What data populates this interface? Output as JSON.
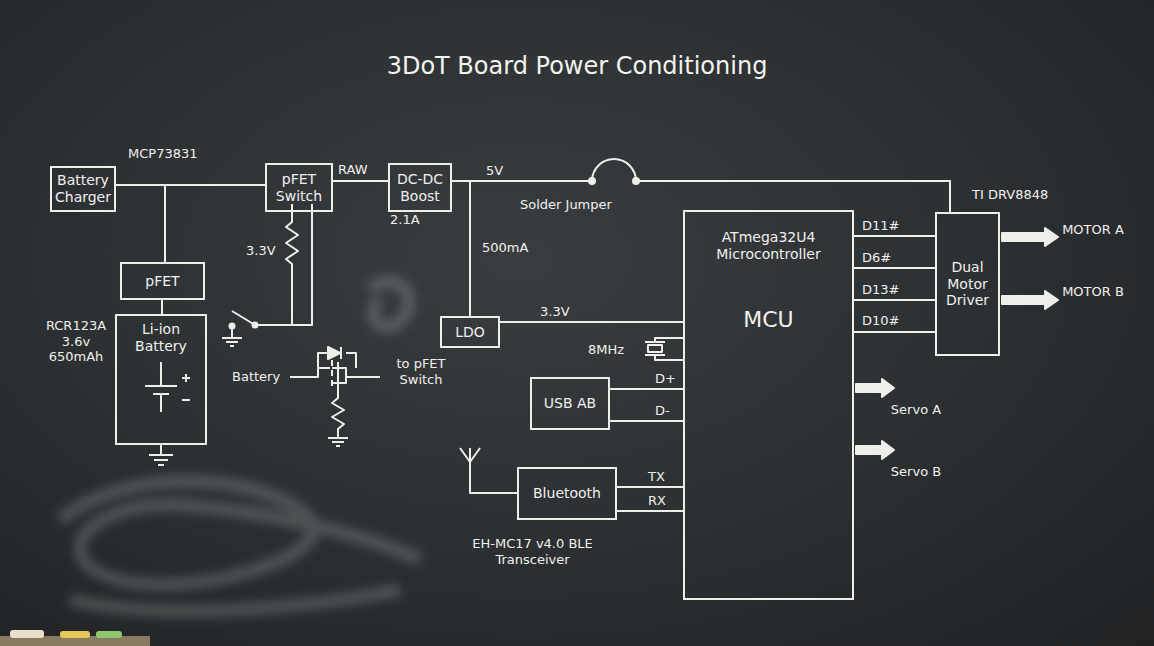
{
  "diagram": {
    "title": "3DoT Board Power Conditioning",
    "nodes": [
      {
        "text": [
          "Battery Charger"
        ]
      },
      {
        "text": [
          "pFET Switch"
        ]
      },
      {
        "text": [
          "DC-DC Boost"
        ]
      },
      {
        "text": [
          "pFET"
        ]
      },
      {
        "text": [
          "Li-ion Battery"
        ]
      },
      {
        "text": [
          "LDO"
        ]
      },
      {
        "text": [
          "ATmega32U4 Microcontroller",
          "MCU"
        ]
      },
      {
        "text": [
          "Dual Motor Driver"
        ]
      },
      {
        "text": [
          "USB AB"
        ]
      },
      {
        "text": [
          "Bluetooth"
        ]
      }
    ],
    "edges": [
      {
        "from": 0,
        "to": 1,
        "arrow": "none"
      },
      {
        "from": 0,
        "to": 3,
        "arrow": "none"
      },
      {
        "from": 3,
        "to": 4,
        "arrow": "none"
      },
      {
        "from": 1,
        "to": 2,
        "label": "RAW",
        "arrow": "none"
      },
      {
        "from": 2,
        "to": 7,
        "arrow": "none"
      },
      {
        "from": 2,
        "to": 5,
        "arrow": "none"
      },
      {
        "from": 5,
        "to": 6,
        "label": "3.3V",
        "arrow": "none"
      },
      {
        "from": 6,
        "to": 7,
        "label": "D11#",
        "arrow": "none"
      },
      {
        "from": 6,
        "to": 7,
        "label": "D6#",
        "arrow": "none"
      },
      {
        "from": 6,
        "to": 7,
        "label": "D13#",
        "arrow": "none"
      },
      {
        "from": 6,
        "to": 7,
        "label": "D10#",
        "arrow": "none"
      },
      {
        "from": 8,
        "to": 6,
        "label": "D+",
        "arrow": "none"
      },
      {
        "from": 8,
        "to": 6,
        "label": "D-",
        "arrow": "none"
      },
      {
        "from": 9,
        "to": 6,
        "label": "TX",
        "arrow": "none"
      },
      {
        "from": 9,
        "to": 6,
        "label": "RX",
        "arrow": "none"
      }
    ],
    "labels": [
      "MCP73831",
      "5V",
      "3.3V",
      "2.1A",
      "500mA",
      "Solder Jumper",
      "TI DRV8848",
      "MOTOR A",
      "MOTOR B",
      "8MHz",
      "Servo A",
      "Servo B",
      "RCR123A 3.6v 650mAh",
      "Battery",
      "to pFET Switch",
      "EH-MC17 v4.0 BLE Transceiver"
    ]
  }
}
